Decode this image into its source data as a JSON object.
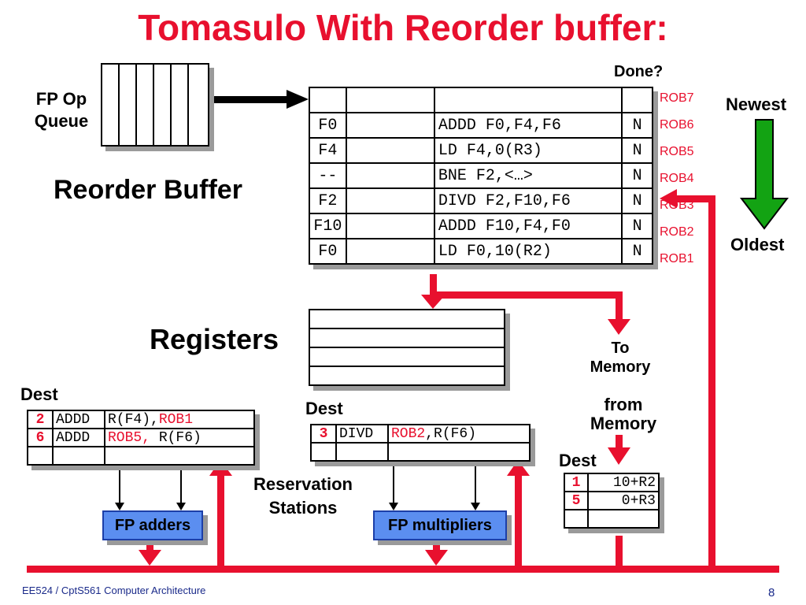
{
  "title": "Tomasulo With Reorder buffer:",
  "labels": {
    "fp_op_queue_1": "FP Op",
    "fp_op_queue_2": "Queue",
    "reorder_buffer": "Reorder Buffer",
    "registers": "Registers",
    "done": "Done?",
    "newest": "Newest",
    "oldest": "Oldest",
    "to_memory_1": "To",
    "to_memory_2": "Memory",
    "from_memory_1": "from",
    "from_memory_2": "Memory",
    "reservation_1": "Reservation",
    "reservation_2": "Stations",
    "dest_adders": "Dest",
    "dest_mult": "Dest",
    "dest_mem": "Dest",
    "fp_adders": "FP adders",
    "fp_multipliers": "FP multipliers"
  },
  "rob": {
    "rows": [
      {
        "dest": "",
        "instr": "",
        "done": "",
        "tag": "ROB7"
      },
      {
        "dest": "F0",
        "instr": "ADDD F0,F4,F6",
        "done": "N",
        "tag": "ROB6"
      },
      {
        "dest": "F4",
        "instr": "LD F4,0(R3)",
        "done": "N",
        "tag": "ROB5"
      },
      {
        "dest": "--",
        "instr": "BNE F2,<…>",
        "done": "N",
        "tag": "ROB4"
      },
      {
        "dest": "F2",
        "instr": "DIVD F2,F10,F6",
        "done": "N",
        "tag": "ROB3"
      },
      {
        "dest": "F10",
        "instr": "ADDD F10,F4,F0",
        "done": "N",
        "tag": "ROB2"
      },
      {
        "dest": "F0",
        "instr": "LD F0,10(R2)",
        "done": "N",
        "tag": "ROB1"
      }
    ]
  },
  "adder_rs": [
    {
      "dest": "2",
      "op": "ADDD",
      "src1": "R(F4),",
      "src1_red": false,
      "src2": "ROB1",
      "src2_red": true
    },
    {
      "dest": "6",
      "op": "ADDD",
      "src1": "ROB5,",
      "src1_red": true,
      "src2": " R(F6)",
      "src2_red": false
    }
  ],
  "mult_rs": [
    {
      "dest": "3",
      "op": "DIVD",
      "src1": "ROB2",
      "src1_red": true,
      "src2": ",R(F6)",
      "src2_red": false
    }
  ],
  "mem_buffer": [
    {
      "dest": "1",
      "addr": "10+R2"
    },
    {
      "dest": "5",
      "addr": "0+R3"
    }
  ],
  "footer": {
    "course": "EE524 / CptS561 Computer Architecture",
    "page": "8"
  },
  "colors": {
    "red": "#e8102e",
    "unit_blue": "#5b8ef0",
    "arrow_green": "#13a313"
  }
}
